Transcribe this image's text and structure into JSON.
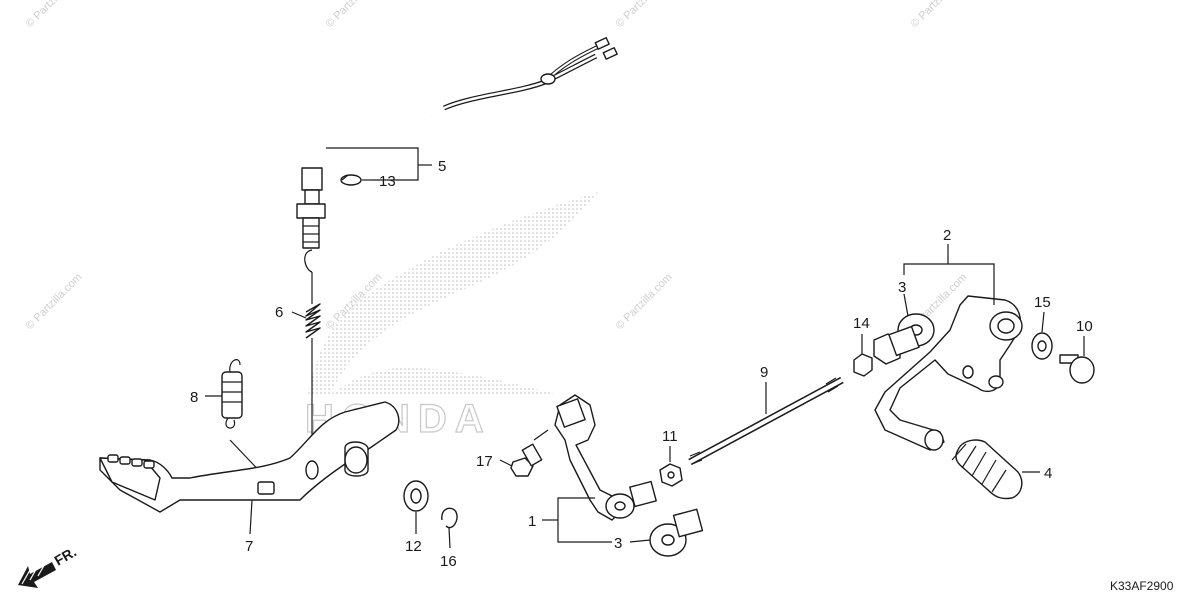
{
  "diagram": {
    "code": "K33AF2900",
    "front_arrow_label": "FR.",
    "watermark_text": "© Partzilla.com",
    "brand_logo_text": "HONDA",
    "callouts": {
      "c1": "1",
      "c2": "2",
      "c3a": "3",
      "c3b": "3",
      "c4": "4",
      "c5": "5",
      "c6": "6",
      "c7": "7",
      "c8": "8",
      "c9": "9",
      "c10": "10",
      "c11": "11",
      "c12": "12",
      "c13": "13",
      "c14": "14",
      "c15": "15",
      "c16": "16",
      "c17": "17"
    }
  }
}
